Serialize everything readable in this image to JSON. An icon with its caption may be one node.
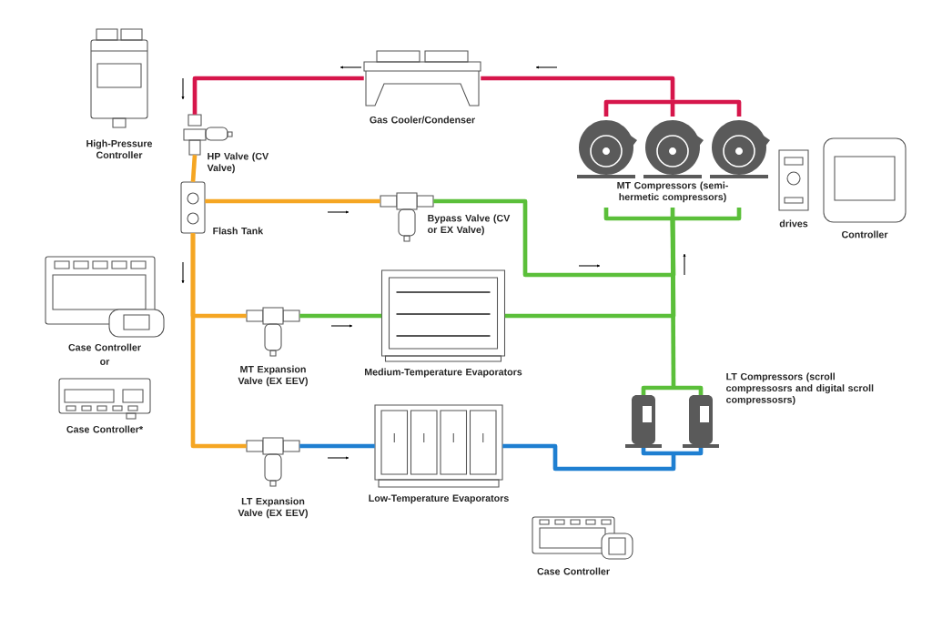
{
  "diagram": {
    "nodes": [
      {
        "text": [
          "High-Pressure Controller"
        ]
      },
      {
        "text": [
          "Gas Cooler/Condenser"
        ]
      },
      {
        "text": [
          "MT Compressors (semi-hermetic compressors)"
        ]
      },
      {
        "text": [
          "HP Valve (CV Valve)"
        ]
      },
      {
        "text": [
          "Flash Tank"
        ]
      },
      {
        "text": [
          "Bypass Valve (CV or EX Valve)"
        ]
      },
      {
        "text": [
          "drives"
        ]
      },
      {
        "text": [
          "Controller"
        ]
      },
      {
        "text": [
          "Case Controller"
        ]
      },
      {
        "text": [
          "Case Controller*"
        ]
      },
      {
        "text": [
          "MT Expansion Valve (EX EEV)"
        ]
      },
      {
        "text": [
          "Medium-Temperature Evaporators"
        ]
      },
      {
        "text": [
          "LT Compressors (scroll compressosrs and digital scroll compressosrs)"
        ]
      },
      {
        "text": [
          "LT Expansion Valve (EX EEV)"
        ]
      },
      {
        "text": [
          "Low-Temperature Evaporators"
        ]
      },
      {
        "text": [
          "Case Controller"
        ]
      }
    ],
    "edges": [
      {
        "from": 2,
        "to": 1,
        "arrow": "none",
        "color": "#d6164b"
      },
      {
        "from": 1,
        "to": 3,
        "arrow": "none",
        "color": "#d6164b"
      },
      {
        "from": 3,
        "to": 4,
        "arrow": "none",
        "color": "#f5a623"
      },
      {
        "from": 4,
        "to": 5,
        "arrow": "none",
        "color": "#f5a623"
      },
      {
        "from": 4,
        "to": 10,
        "arrow": "none",
        "color": "#f5a623"
      },
      {
        "from": 4,
        "to": 13,
        "arrow": "none",
        "color": "#f5a623"
      },
      {
        "from": 5,
        "to": 2,
        "arrow": "none",
        "color": "#5bbf3a"
      },
      {
        "from": 10,
        "to": 11,
        "arrow": "none",
        "color": "#5bbf3a"
      },
      {
        "from": 11,
        "to": 2,
        "arrow": "none",
        "color": "#5bbf3a"
      },
      {
        "from": 12,
        "to": 2,
        "arrow": "none",
        "color": "#5bbf3a"
      },
      {
        "from": 13,
        "to": 14,
        "arrow": "none",
        "color": "#1f7fd1"
      },
      {
        "from": 14,
        "to": 12,
        "arrow": "none",
        "color": "#1f7fd1"
      }
    ],
    "labels": [
      "or"
    ]
  }
}
